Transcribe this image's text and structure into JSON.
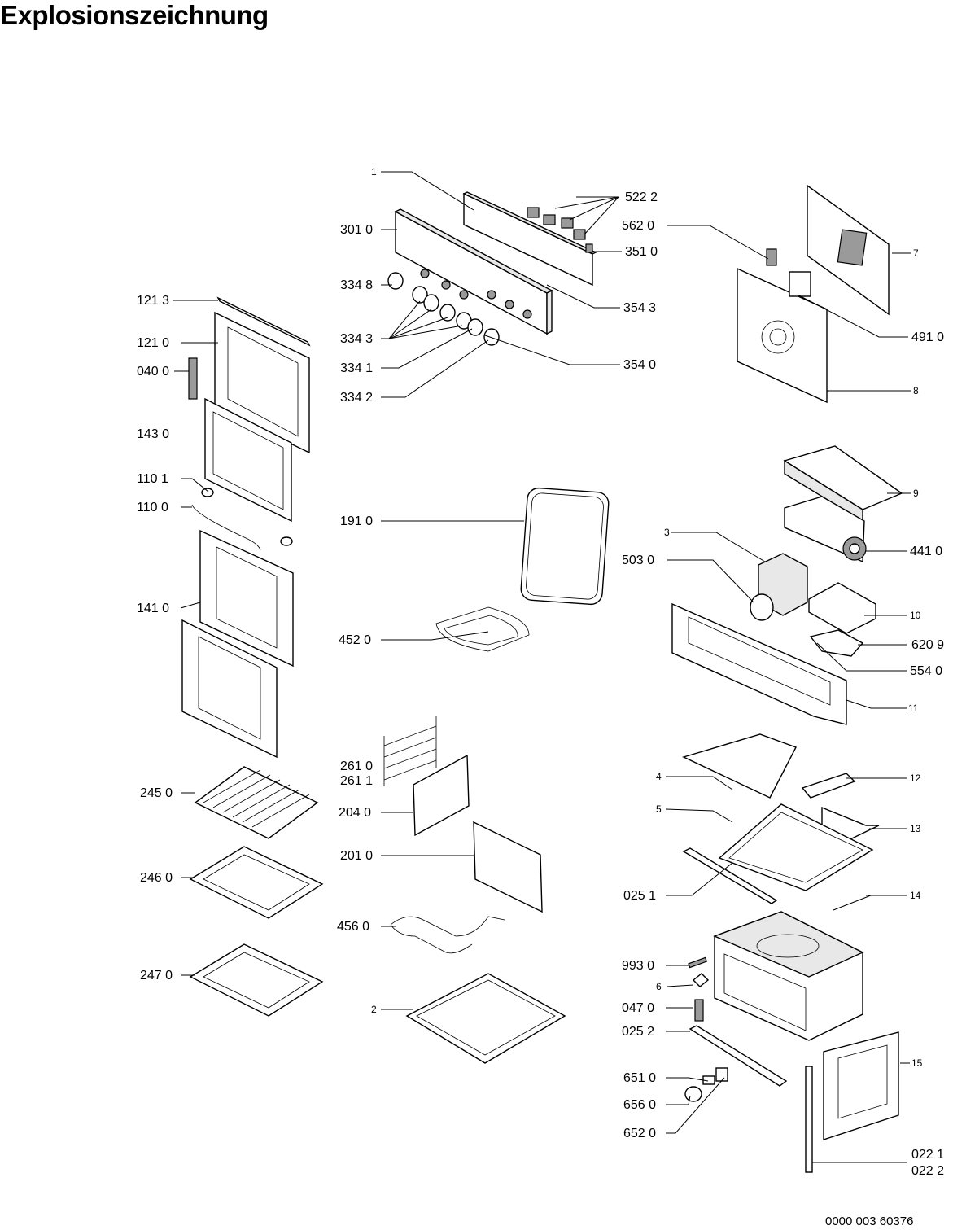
{
  "title": "Explosionszeichnung",
  "document_number": "0000 003 60376",
  "labels": {
    "l_1": "1",
    "l_5222": "522 2",
    "l_5620": "562 0",
    "l_3010": "301 0",
    "l_3510": "351 0",
    "l_7": "7",
    "l_3348": "334 8",
    "l_3543": "354 3",
    "l_1213": "121 3",
    "l_4910": "491 0",
    "l_1210": "121 0",
    "l_3343": "334 3",
    "l_0400": "040 0",
    "l_3341": "334 1",
    "l_3540": "354 0",
    "l_3342": "334 2",
    "l_8": "8",
    "l_1430": "143 0",
    "l_1101": "110 1",
    "l_9": "9",
    "l_1100": "110 0",
    "l_1910": "191 0",
    "l_3": "3",
    "l_4410": "441 0",
    "l_5030": "503 0",
    "l_1410": "141 0",
    "l_10": "10",
    "l_4520": "452 0",
    "l_6209": "620 9",
    "l_5540": "554 0",
    "l_11": "11",
    "l_2610": "261 0",
    "l_2611": "261 1",
    "l_4": "4",
    "l_12": "12",
    "l_2450": "245 0",
    "l_2040": "204 0",
    "l_5": "5",
    "l_13": "13",
    "l_2010": "201 0",
    "l_2460": "246 0",
    "l_0251": "025 1",
    "l_14": "14",
    "l_4560": "456 0",
    "l_9930": "993 0",
    "l_2470": "247 0",
    "l_6": "6",
    "l_2": "2",
    "l_0470": "047 0",
    "l_0252": "025 2",
    "l_15": "15",
    "l_6510": "651 0",
    "l_6560": "656 0",
    "l_6520": "652 0",
    "l_0221": "022 1",
    "l_0222": "022 2"
  }
}
